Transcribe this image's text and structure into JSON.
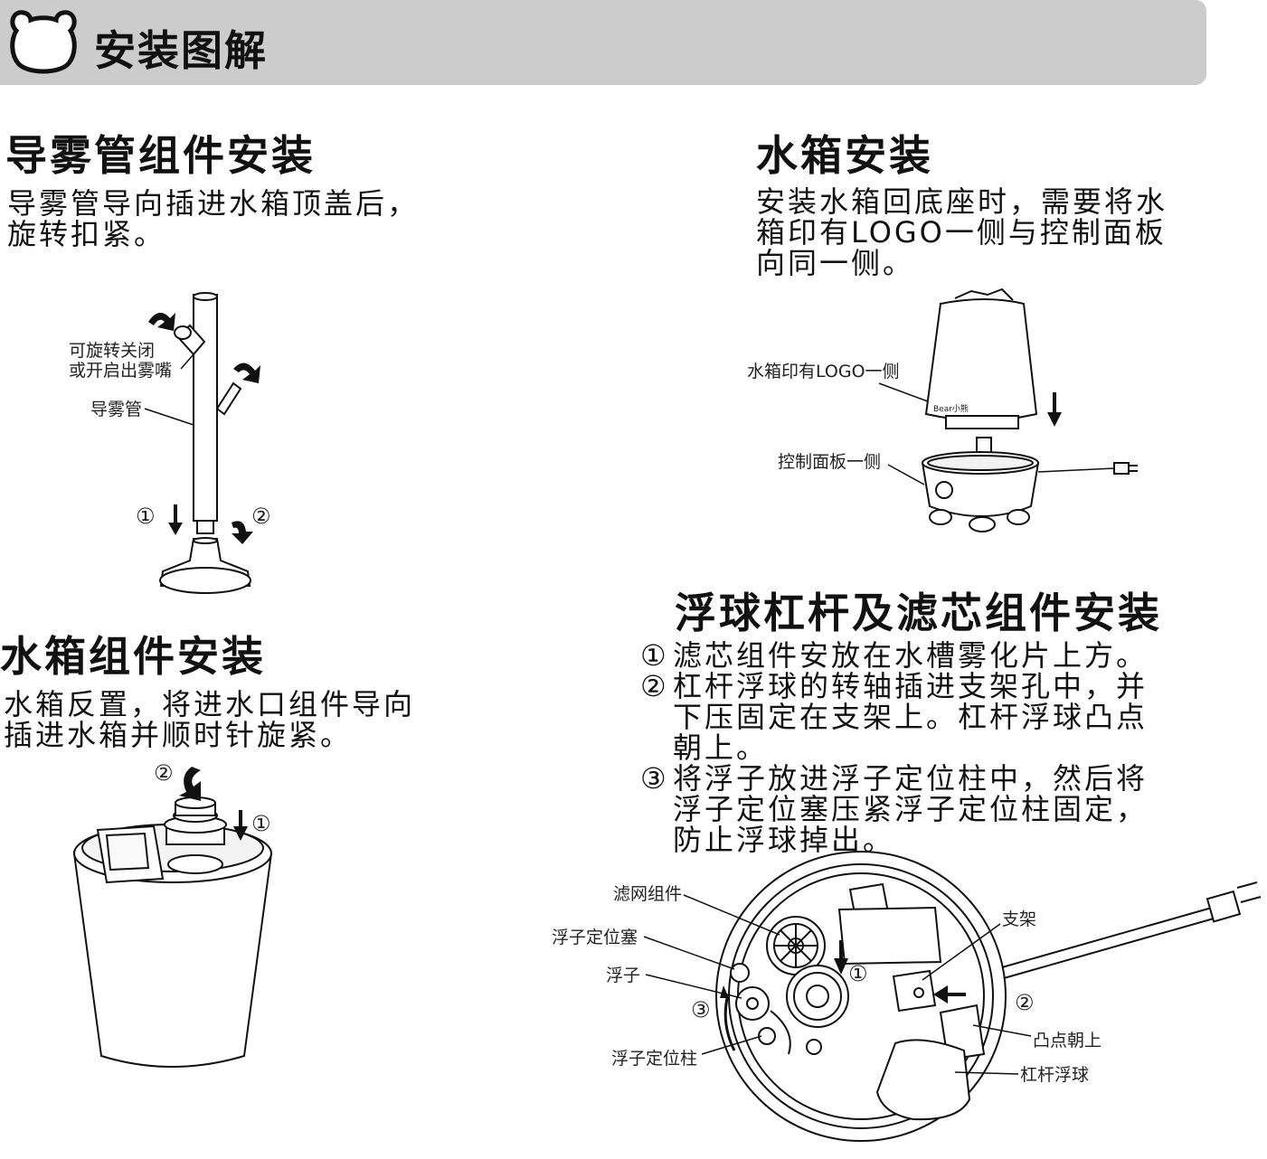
{
  "header": {
    "title": "安装图解"
  },
  "mist_tube": {
    "title": "导雾管组件安装",
    "desc": [
      "导雾管导向插进水箱顶盖后，",
      "旋转扣紧。"
    ],
    "labels": {
      "nozzle_1": "可旋转关闭",
      "nozzle_2": "或开启出雾嘴",
      "tube": "导雾管",
      "step1": "①",
      "step2": "②"
    }
  },
  "tank_assembly": {
    "title": "水箱组件安装",
    "desc": [
      "水箱反置，将进水口组件导向",
      "插进水箱并顺时针旋紧。"
    ],
    "labels": {
      "step2": "②",
      "step1": "①"
    }
  },
  "tank_install": {
    "title": "水箱安装",
    "desc": [
      "安装水箱回底座时，需要将水",
      "箱印有LOGO一侧与控制面板",
      "向同一侧。"
    ],
    "labels": {
      "logo_side": "水箱印有LOGO一侧",
      "panel_side": "控制面板一侧",
      "brand": "Bear小熊"
    }
  },
  "float_filter": {
    "title": "浮球杠杆及滤芯组件安装",
    "steps": [
      {
        "num": "①",
        "lines": [
          "滤芯组件安放在水槽雾化片上方。"
        ]
      },
      {
        "num": "②",
        "lines": [
          "杠杆浮球的转轴插进支架孔中，并",
          "下压固定在支架上。杠杆浮球凸点",
          "朝上。"
        ]
      },
      {
        "num": "③",
        "lines": [
          "将浮子放进浮子定位柱中，然后将",
          "浮子定位塞压紧浮子定位柱固定，",
          "防止浮球掉出。"
        ]
      }
    ],
    "labels": {
      "filter": "滤网组件",
      "plug": "浮子定位塞",
      "float": "浮子",
      "post": "浮子定位柱",
      "bracket": "支架",
      "bump": "凸点朝上",
      "lever_float": "杠杆浮球",
      "step1": "①",
      "step2": "②",
      "step3": "③"
    }
  }
}
